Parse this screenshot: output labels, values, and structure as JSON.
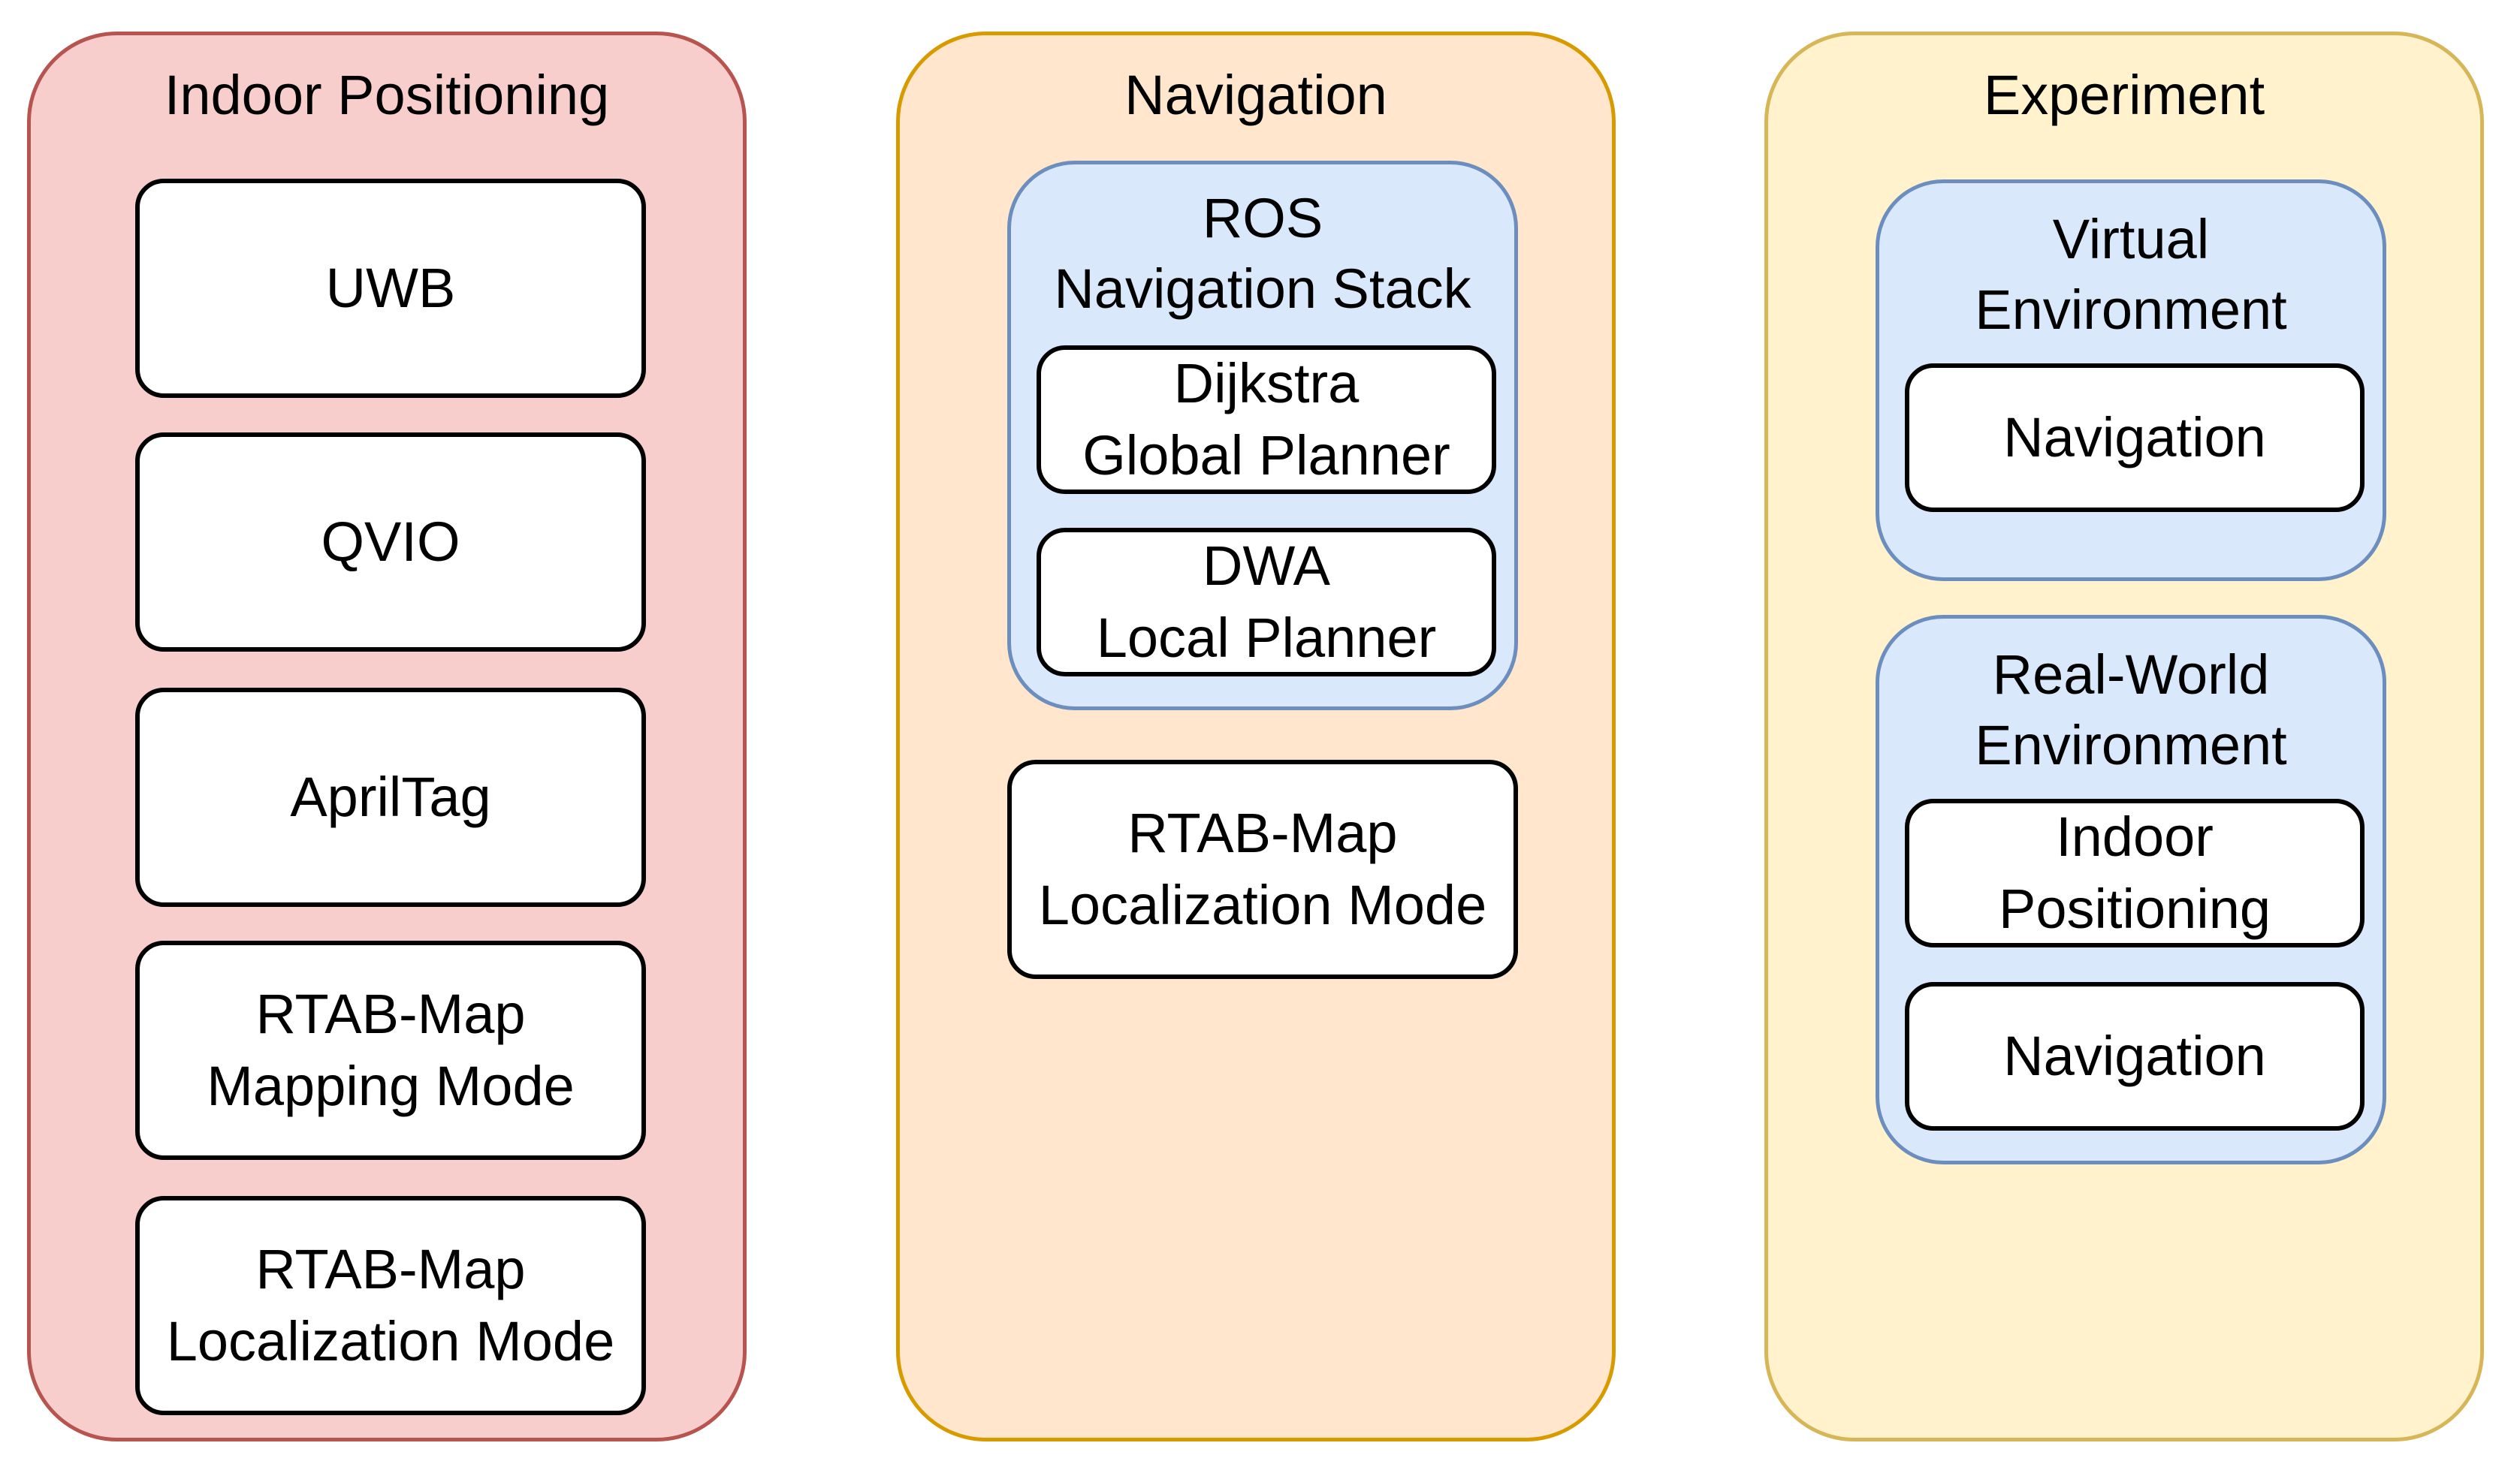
{
  "indoor_positioning": {
    "title": "Indoor Positioning",
    "items": [
      "UWB",
      "QVIO",
      "AprilTag",
      "RTAB-Map\nMapping Mode",
      "RTAB-Map\nLocalization Mode"
    ]
  },
  "navigation": {
    "title": "Navigation",
    "ros_stack": {
      "title": "ROS\nNavigation Stack",
      "items": [
        "Dijkstra\nGlobal Planner",
        "DWA\nLocal Planner"
      ]
    },
    "rtab_map": "RTAB-Map\nLocalization Mode"
  },
  "experiment": {
    "title": "Experiment",
    "virtual": {
      "title": "Virtual\nEnvironment",
      "items": [
        "Navigation"
      ]
    },
    "real_world": {
      "title": "Real-World\nEnvironment",
      "items": [
        "Indoor\nPositioning",
        "Navigation"
      ]
    }
  },
  "colors": {
    "indoor_fill": "#f8cecc",
    "indoor_stroke": "#b85450",
    "navigation_fill": "#ffe6cc",
    "navigation_stroke": "#d79b00",
    "experiment_fill": "#fff2cc",
    "experiment_stroke": "#d6b656",
    "group_fill": "#dae8fc",
    "group_stroke": "#6c8ebf"
  }
}
